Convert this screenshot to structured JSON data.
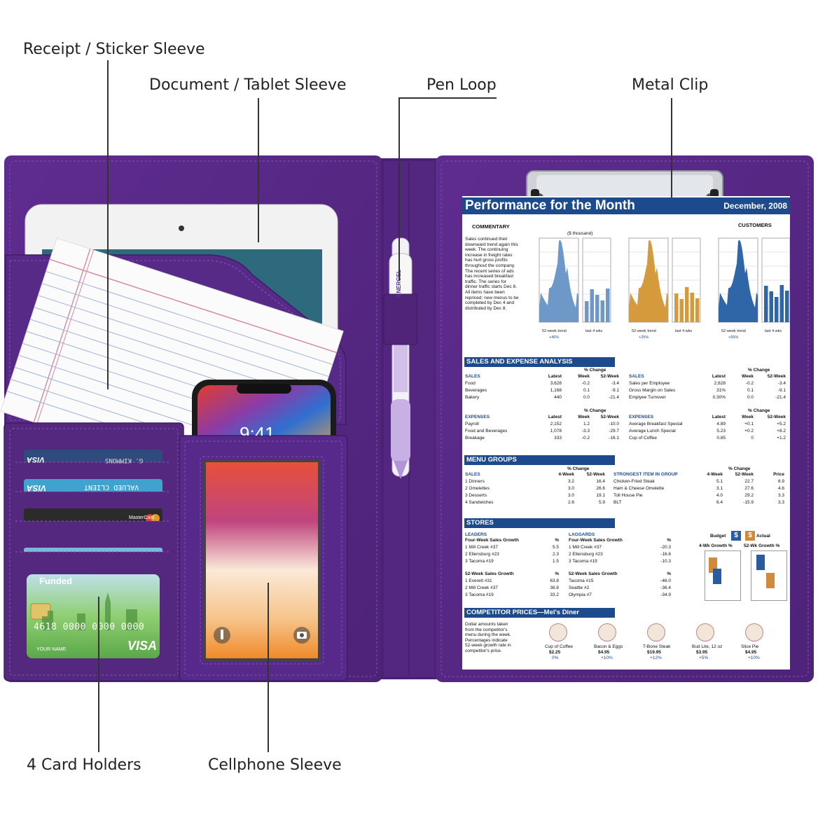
{
  "callouts": {
    "receipt": "Receipt / Sticker Sleeve",
    "document": "Document / Tablet Sleeve",
    "pen": "Pen Loop",
    "clip": "Metal Clip",
    "cards": "4 Card Holders",
    "phone": "Cellphone Sleeve"
  },
  "colors": {
    "leather": "#5a2a8a",
    "leather_dark": "#46206e",
    "paper_header": "#1d4a8c"
  },
  "report": {
    "title": "Performance for the Month",
    "date": "December, 2008",
    "commentary_label": "COMMENTARY",
    "customers_label": "CUSTOMERS",
    "unit_label": "($ thousand)",
    "commentary_text": [
      "Sales continued their",
      "downward trend again this",
      "week. The continuing",
      "increase in freight rates",
      "has hurt gross profits",
      "throughout the company.",
      "The recent series of ads",
      "has increased breakfast",
      "traffic. The series for",
      "dinner traffic starts Dec 8.",
      "All items have been",
      "repriced; new menus to be",
      "completed by Dec 4 and",
      "distributed by Dec 8."
    ],
    "chart_captions": [
      {
        "a": "52-week trend",
        "b": "last 4 wks",
        "pct": "+40%"
      },
      {
        "a": "52-week trend",
        "b": "last 4 wks",
        "pct": "+25%"
      },
      {
        "a": "52-week trend",
        "b": "last 4 wks",
        "pct": "+55%"
      }
    ],
    "sales_expense": {
      "title": "SALES AND EXPENSE ANALYSIS",
      "pct_change": "% Change",
      "cols": [
        "Latest",
        "Week",
        "52-Week"
      ],
      "left_sales": {
        "head": "SALES",
        "rows": [
          [
            "Food",
            "3,628",
            "-0.2",
            "-3.4"
          ],
          [
            "Beverages",
            "1,168",
            "0.1",
            "-9.1"
          ],
          [
            "Bakery",
            "440",
            "0.0",
            "-21.4"
          ]
        ]
      },
      "right_sales": {
        "head": "SALES",
        "rows": [
          [
            "Sales per Employee",
            "2,628",
            "-0.2",
            "-3.4"
          ],
          [
            "Gross Margin on Sales",
            "31%",
            "0.1",
            "-9.1"
          ],
          [
            "Emplyee Turnover",
            "0.30%",
            "0.0",
            "-21.4"
          ]
        ]
      },
      "left_exp": {
        "head": "EXPENSES",
        "rows": [
          [
            "Payroll",
            "2,152",
            "1.2",
            "-10.0"
          ],
          [
            "Food and Beverages",
            "1,078",
            "-3.3",
            "-29.7"
          ],
          [
            "Breakage",
            "333",
            "-0.2",
            "-16.1"
          ]
        ]
      },
      "right_exp": {
        "head": "EXPENSES",
        "rows": [
          [
            "Average Breakfast Special",
            "4.89",
            "+0.1",
            "+5.2"
          ],
          [
            "Average Lunch Special",
            "5.23",
            "+0.2",
            "+8.2"
          ],
          [
            "Cup of Coffee",
            "0.85",
            "0",
            "+1.2"
          ]
        ]
      }
    },
    "menu_groups": {
      "title": "MENU GROUPS",
      "pct_change": "% Change",
      "left_cols": [
        "4-Week",
        "52-Week"
      ],
      "right_cols": [
        "4-Week",
        "52-Week",
        "Price"
      ],
      "left_head": "SALES",
      "right_head": "STRONGEST ITEM IN GROUP",
      "left_rows": [
        [
          "1 Dinners",
          "3.2",
          "16.4"
        ],
        [
          "2 Omelettes",
          "3.0",
          "26.6"
        ],
        [
          "3 Desserts",
          "3.0",
          "19.1"
        ],
        [
          "4 Sandwiches",
          "2.6",
          "5.9"
        ]
      ],
      "right_rows": [
        [
          "Chicken-Fried Steak",
          "5.1",
          "22.7",
          "6.9"
        ],
        [
          "Ham & Cheese Omelette",
          "3.1",
          "27.6",
          "4.6"
        ],
        [
          "Toll House Pie",
          "4.0",
          "29.2",
          "3.3"
        ],
        [
          "BLT",
          "6.4",
          "-15.9",
          "3.3"
        ]
      ]
    },
    "stores": {
      "title": "STORES",
      "leaders": "LEADERS",
      "laggards": "LAGGARDS",
      "four_week": "Four-Week Sales Growth",
      "fifty_two": "52-Week Sales Growth",
      "pct": "%",
      "leaders_4": [
        [
          "1 Mill Creek #37",
          "5.5"
        ],
        [
          "2 Ellensburg #23",
          "2.3"
        ],
        [
          "3 Tacoma #19",
          "1.5"
        ]
      ],
      "laggards_4": [
        [
          "1 Mill Creek #37",
          "-20.3"
        ],
        [
          "2 Ellensburg #23",
          "-16.6"
        ],
        [
          "3 Tacoma #19",
          "-10.3"
        ]
      ],
      "leaders_52": [
        [
          "1 Everett #31",
          "63.8"
        ],
        [
          "2 Mill Creek #37",
          "38.8"
        ],
        [
          "3 Tacoma #19",
          "33.2"
        ]
      ],
      "laggards_52": [
        [
          "Tacoma #15",
          "-46.0"
        ],
        [
          "Seattle #2",
          "-36.4"
        ],
        [
          "Olympia #7",
          "-34.9"
        ]
      ],
      "budget": "Budget",
      "actual": "Actual",
      "wk4_growth": "4-Wk Growth %",
      "wk52_growth": "52-Wk Growth %"
    },
    "competitor": {
      "title": "COMPETITOR PRICES—Mel's Diner",
      "text": [
        "Dollar amounts taken",
        "from the competitor's",
        "menu during the week.",
        "Percentages indicate",
        "52-week growth rate in",
        "competitor's price."
      ],
      "items": [
        {
          "name": "Cup of Coffee",
          "price": "$2.25",
          "pct": "0%"
        },
        {
          "name": "Bacon & Eggs",
          "price": "$4.95",
          "pct": "+10%"
        },
        {
          "name": "T-Bone Steak",
          "price": "$19.95",
          "pct": "+12%"
        },
        {
          "name": "Bud Lite, 12 oz",
          "price": "$3.95",
          "pct": "+5%"
        },
        {
          "name": "Slice Pie",
          "price": "$4.95",
          "pct": "+10%"
        }
      ]
    }
  },
  "cards": {
    "card1_name": "G. KIMMONS",
    "card1_brand": "VISA",
    "card2_name": "VALUED CLIENT",
    "card2_brand": "VISA",
    "card3_brand": "MasterCard",
    "card_number": "4618 0000 0000 0000",
    "card_holder": "YOUR NAME",
    "card_brand_front": "VISA",
    "card_bank": "Funded"
  },
  "phone_time": "9:41",
  "pen_text": "ENERGEL"
}
